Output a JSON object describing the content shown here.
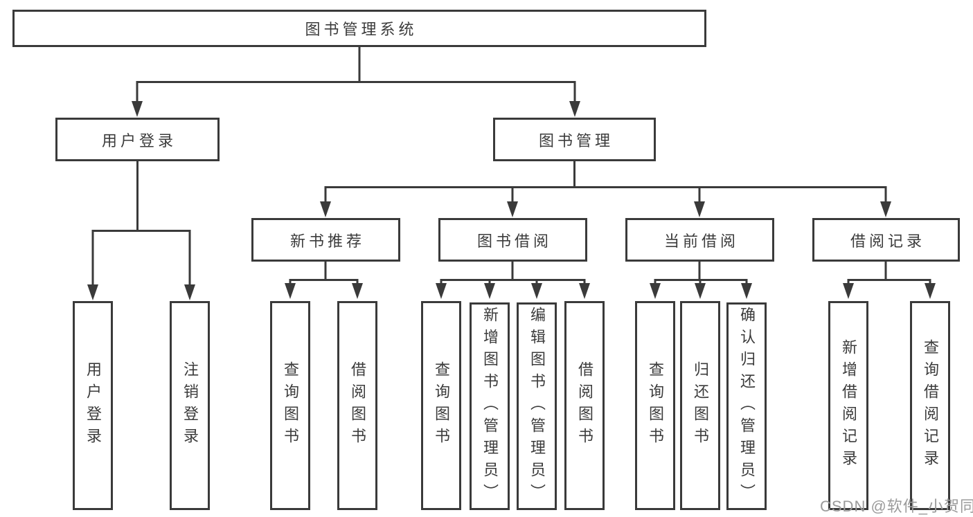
{
  "nodes": {
    "root": {
      "label": "图书管理系统"
    },
    "user_login": {
      "label": "用户登录"
    },
    "book_mgmt": {
      "label": "图书管理"
    },
    "new_book_rec": {
      "label": "新书推荐"
    },
    "book_borrow": {
      "label": "图书借阅"
    },
    "current_borrow": {
      "label": "当前借阅"
    },
    "borrow_records": {
      "label": "借阅记录"
    },
    "login": {
      "label": "用户登录"
    },
    "logout": {
      "label": "注销登录"
    },
    "nbr_query": {
      "label": "查询图书"
    },
    "nbr_borrow": {
      "label": "借阅图书"
    },
    "bb_query": {
      "label": "查询图书"
    },
    "bb_add": {
      "label": "新增图书（管理员）"
    },
    "bb_edit": {
      "label": "编辑图书（管理员）"
    },
    "bb_borrow": {
      "label": "借阅图书"
    },
    "cb_query": {
      "label": "查询图书"
    },
    "cb_return": {
      "label": "归还图书"
    },
    "cb_confirm": {
      "label": "确认归还（管理员）"
    },
    "br_add": {
      "label": "新增借阅记录"
    },
    "br_query": {
      "label": "查询借阅记录"
    }
  },
  "hierarchy": [
    {
      "parent": "图书管理系统",
      "children": [
        "用户登录",
        "图书管理"
      ]
    },
    {
      "parent": "用户登录",
      "children": [
        "用户登录",
        "注销登录"
      ]
    },
    {
      "parent": "图书管理",
      "children": [
        "新书推荐",
        "图书借阅",
        "当前借阅",
        "借阅记录"
      ]
    },
    {
      "parent": "新书推荐",
      "children": [
        "查询图书",
        "借阅图书"
      ]
    },
    {
      "parent": "图书借阅",
      "children": [
        "查询图书",
        "新增图书（管理员）",
        "编辑图书（管理员）",
        "借阅图书"
      ]
    },
    {
      "parent": "当前借阅",
      "children": [
        "查询图书",
        "归还图书",
        "确认归还（管理员）"
      ]
    },
    {
      "parent": "借阅记录",
      "children": [
        "新增借阅记录",
        "查询借阅记录"
      ]
    }
  ],
  "watermark": {
    "text": "CSDN @软件_小贺同学"
  },
  "colors": {
    "line": "#3a3a3a",
    "text": "#3b3b3b",
    "background": "#ffffff",
    "watermark": "#9b9b9b"
  }
}
